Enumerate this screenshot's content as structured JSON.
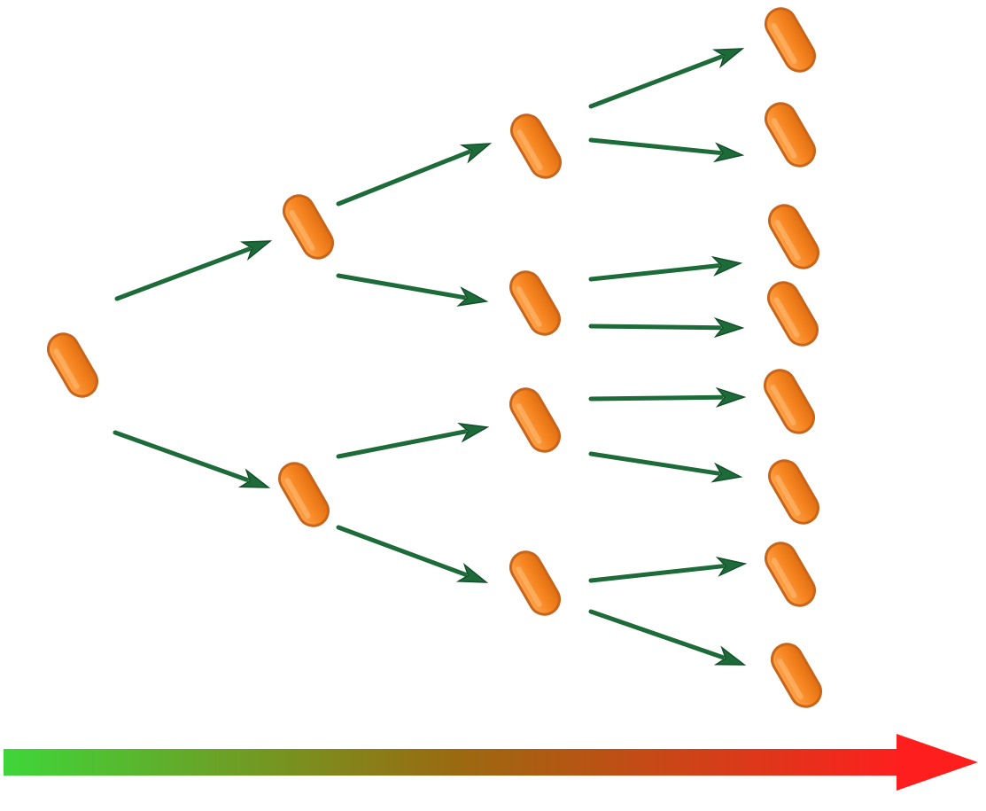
{
  "diagram": {
    "type": "binary-division-tree",
    "generations": 4,
    "cells_per_generation": [
      1,
      2,
      4,
      8
    ]
  },
  "colors": {
    "cell_fill": "#F5841F",
    "cell_fill_highlight": "#FFA24A",
    "cell_outline": "#C8651A",
    "arrow_color": "#1E6B3A",
    "arrow_dark": "#14502A",
    "time_arrow_start": "#3ED63A",
    "time_arrow_mid": "#9A6A10",
    "time_arrow_end": "#FF1E1E"
  }
}
